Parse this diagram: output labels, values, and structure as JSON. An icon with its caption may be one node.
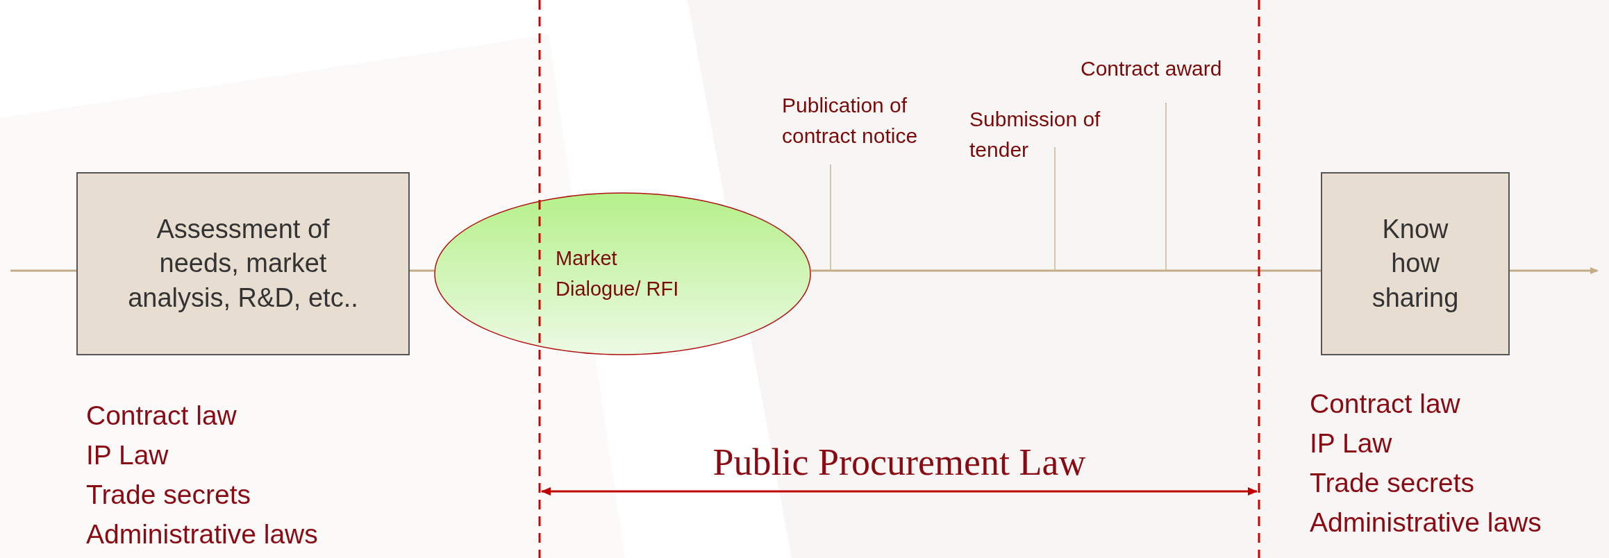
{
  "diagram": {
    "nodes": [
      {
        "text": [
          "Assessment of needs, market analysis, R&D, etc.."
        ]
      },
      {
        "text": [
          "Market Dialogue/ RFI"
        ]
      },
      {
        "text": [
          "Publication of contract notice"
        ]
      },
      {
        "text": [
          "Submission of tender"
        ]
      },
      {
        "text": [
          "Contract award"
        ]
      },
      {
        "text": [
          "Know how sharing"
        ]
      }
    ],
    "edges": [
      {
        "from": null,
        "to": 0,
        "arrow": "none"
      },
      {
        "from": 0,
        "to": 1,
        "arrow": "none"
      },
      {
        "from": 1,
        "to": 5,
        "arrow": "none"
      },
      {
        "from": 5,
        "to": null,
        "arrow": "to"
      },
      {
        "from": 2,
        "to": null,
        "arrow": "none"
      },
      {
        "from": 3,
        "to": null,
        "arrow": "none"
      },
      {
        "from": 4,
        "to": null,
        "arrow": "none"
      }
    ],
    "labels": [
      "Contract law",
      "IP Law",
      "Trade secrets",
      "Administrative laws",
      "Public Procurement Law",
      "Contract law",
      "IP Law",
      "Trade secrets",
      "Administrative laws"
    ]
  }
}
